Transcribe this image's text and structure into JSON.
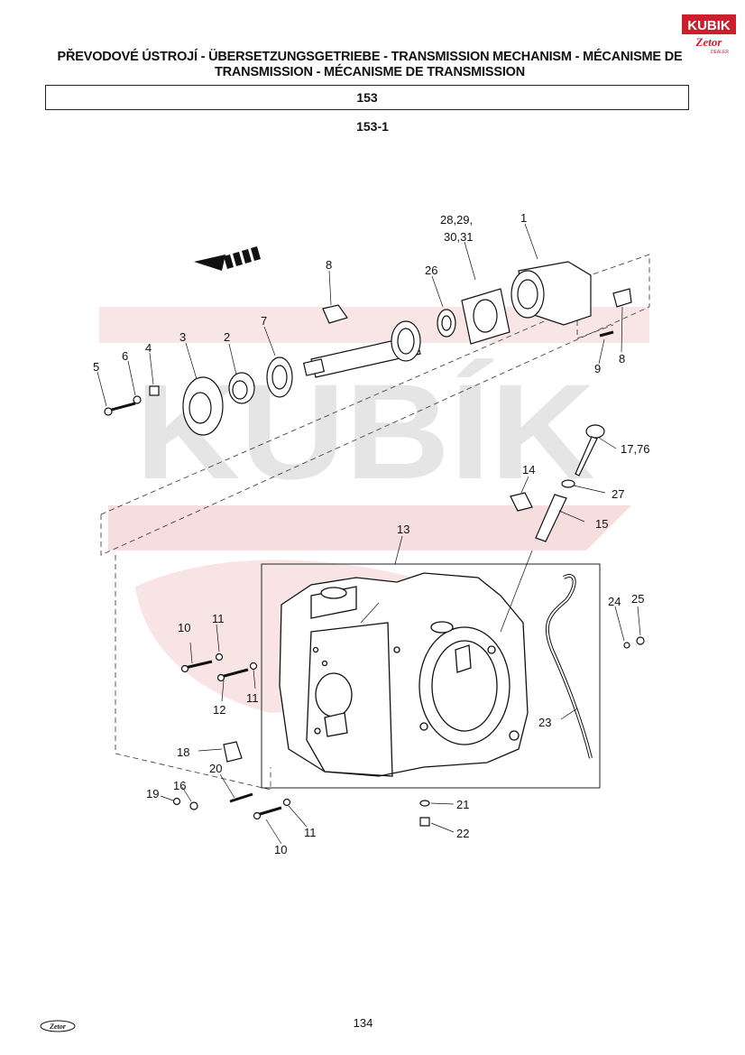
{
  "header": {
    "title": "PŘEVODOVÉ ÚSTROJÍ - ÜBERSETZUNGSGETRIEBE - TRANSMISSION MECHANISM - MÉCANISME DE TRANSMISSION - MÉCANISME DE TRANSMISSION",
    "section_number": "153",
    "subsection": "153-1"
  },
  "logos": {
    "kubik_text": "KUBIK",
    "zetor_text": "Zetor",
    "dealer_text": "DEALER",
    "footer_logo_text": "Zetor",
    "watermark_text": "KUBÍK",
    "brand_red": "#cc1e2c"
  },
  "callouts": {
    "c1": "1",
    "c2": "2",
    "c3": "3",
    "c4": "4",
    "c5": "5",
    "c6": "6",
    "c7": "7",
    "c8a": "8",
    "c8b": "8",
    "c9": "9",
    "c10a": "10",
    "c10b": "10",
    "c11a": "11",
    "c11b": "11",
    "c11c": "11",
    "c12": "12",
    "c13": "13",
    "c14": "14",
    "c15": "15",
    "c16": "16",
    "c17_76": "17,76",
    "c18": "18",
    "c19": "19",
    "c20": "20",
    "c21": "21",
    "c22": "22",
    "c23": "23",
    "c24": "24",
    "c25": "25",
    "c26": "26",
    "c27": "27",
    "c28_29": "28,29,",
    "c30_31": "30,31"
  },
  "footer": {
    "page_number": "134"
  }
}
